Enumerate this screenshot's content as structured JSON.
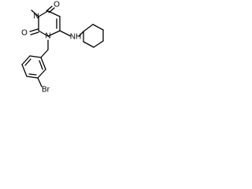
{
  "molecule": {
    "atoms": {
      "o_top": "O",
      "n_top": "N",
      "o_left": "O",
      "n_bottom": "N",
      "nh": "NH",
      "br": "Br"
    },
    "colors": {
      "bond": "#000000",
      "label": "#000000",
      "background": "#ffffff"
    }
  }
}
